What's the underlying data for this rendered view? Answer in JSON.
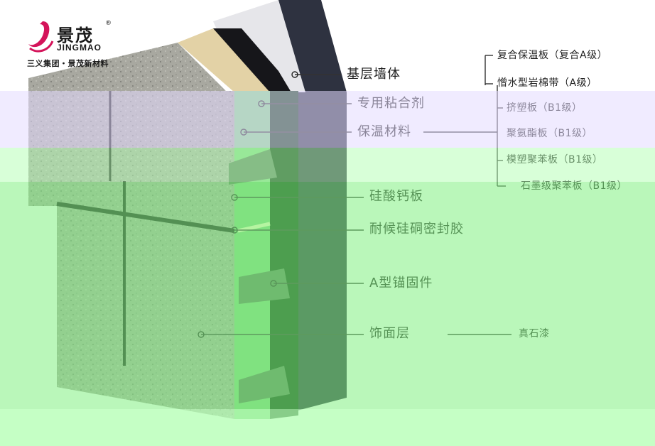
{
  "brand": {
    "name": "景茂",
    "registered_mark": "®",
    "name_en": "JINGMAO",
    "group_line": "三义集团・景茂新材料",
    "logo_color": "#d4145a"
  },
  "callouts": {
    "base_wall": "基层墙体",
    "adhesive": "专用粘合剂",
    "insulation": "保温材料",
    "calcium_silicate_board": "硅酸钙板",
    "sealant": "耐候硅硐密封胶",
    "anchor": "A型锚固件",
    "finish_layer": "饰面层",
    "finish_material": "真石漆"
  },
  "insulation_types": [
    "复合保温板（复合A级）",
    "憎水型岩棉带（A级）",
    "挤塑板（B1级）",
    "聚氨酯板（B1级）",
    "模塑聚苯板（B1级）",
    "石墨级聚苯板（B1级）"
  ],
  "colors": {
    "overlay_lavender": "#e6dcff",
    "overlay_green_light": "#b2ffb2",
    "overlay_green": "#a2f7a2",
    "stone": "#a9a9a2",
    "wall_dark": "#2e3240",
    "line": "#333333"
  }
}
